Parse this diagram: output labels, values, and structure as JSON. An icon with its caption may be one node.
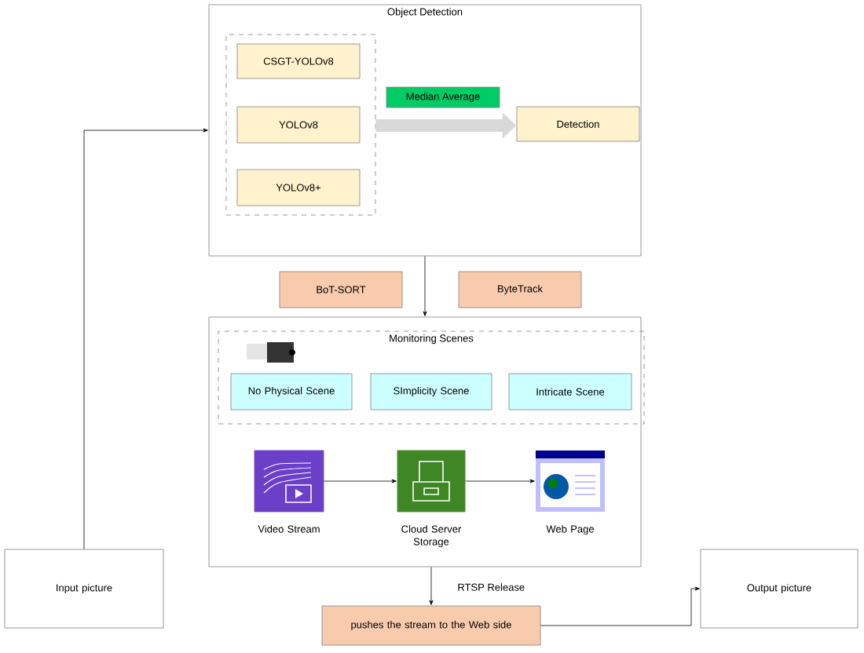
{
  "diagram": {
    "nodes": [
      {
        "text": [
          "Object Detection"
        ]
      },
      {
        "text": [],
        "shape": "box",
        "in": 0
      },
      {
        "text": [
          "CSGT-YOLOv8"
        ],
        "in": 1
      },
      {
        "text": [
          "YOLOv8"
        ],
        "in": 1
      },
      {
        "text": [
          "YOLOv8+"
        ],
        "in": 1
      },
      {
        "text": [
          "Detection"
        ],
        "in": 0
      },
      {
        "text": [
          "BoT-SORT"
        ]
      },
      {
        "text": [
          "ByteTrack"
        ]
      },
      {
        "text": [],
        "shape": "box"
      },
      {
        "text": [
          "Monitoring Scenes"
        ],
        "in": 8
      },
      {
        "text": [
          "No Physical Scene"
        ],
        "in": 9
      },
      {
        "text": [
          "SImplicity Scene"
        ],
        "in": 9
      },
      {
        "text": [
          "Intricate Scene"
        ],
        "in": 9
      },
      {
        "text": [],
        "shape": "picture",
        "beside": [
          "Video Stream"
        ],
        "in": 8
      },
      {
        "text": [],
        "shape": "picture",
        "beside": [
          "Cloud Server Storage"
        ],
        "in": 8
      },
      {
        "text": [],
        "shape": "picture",
        "beside": [
          "Web Page"
        ],
        "in": 8
      },
      {
        "text": [
          "pushes the stream to the Web side"
        ]
      },
      {
        "text": [
          "Input picture"
        ]
      },
      {
        "text": [
          "Output picture"
        ]
      }
    ],
    "edges": [
      {
        "from": 17,
        "to": 0,
        "arrow": "to"
      },
      {
        "from": 1,
        "to": 5,
        "arrow": "to",
        "label": "Median Average",
        "style": "thick",
        "color": "#d9d9d9"
      },
      {
        "from": 0,
        "to": 8,
        "arrow": "to"
      },
      {
        "from": 13,
        "to": 14,
        "arrow": "to"
      },
      {
        "from": 14,
        "to": 15,
        "arrow": "to"
      },
      {
        "from": 8,
        "to": 16,
        "arrow": "to",
        "label": "RTSP Release"
      },
      {
        "from": 16,
        "to": 18,
        "arrow": "to"
      }
    ]
  }
}
